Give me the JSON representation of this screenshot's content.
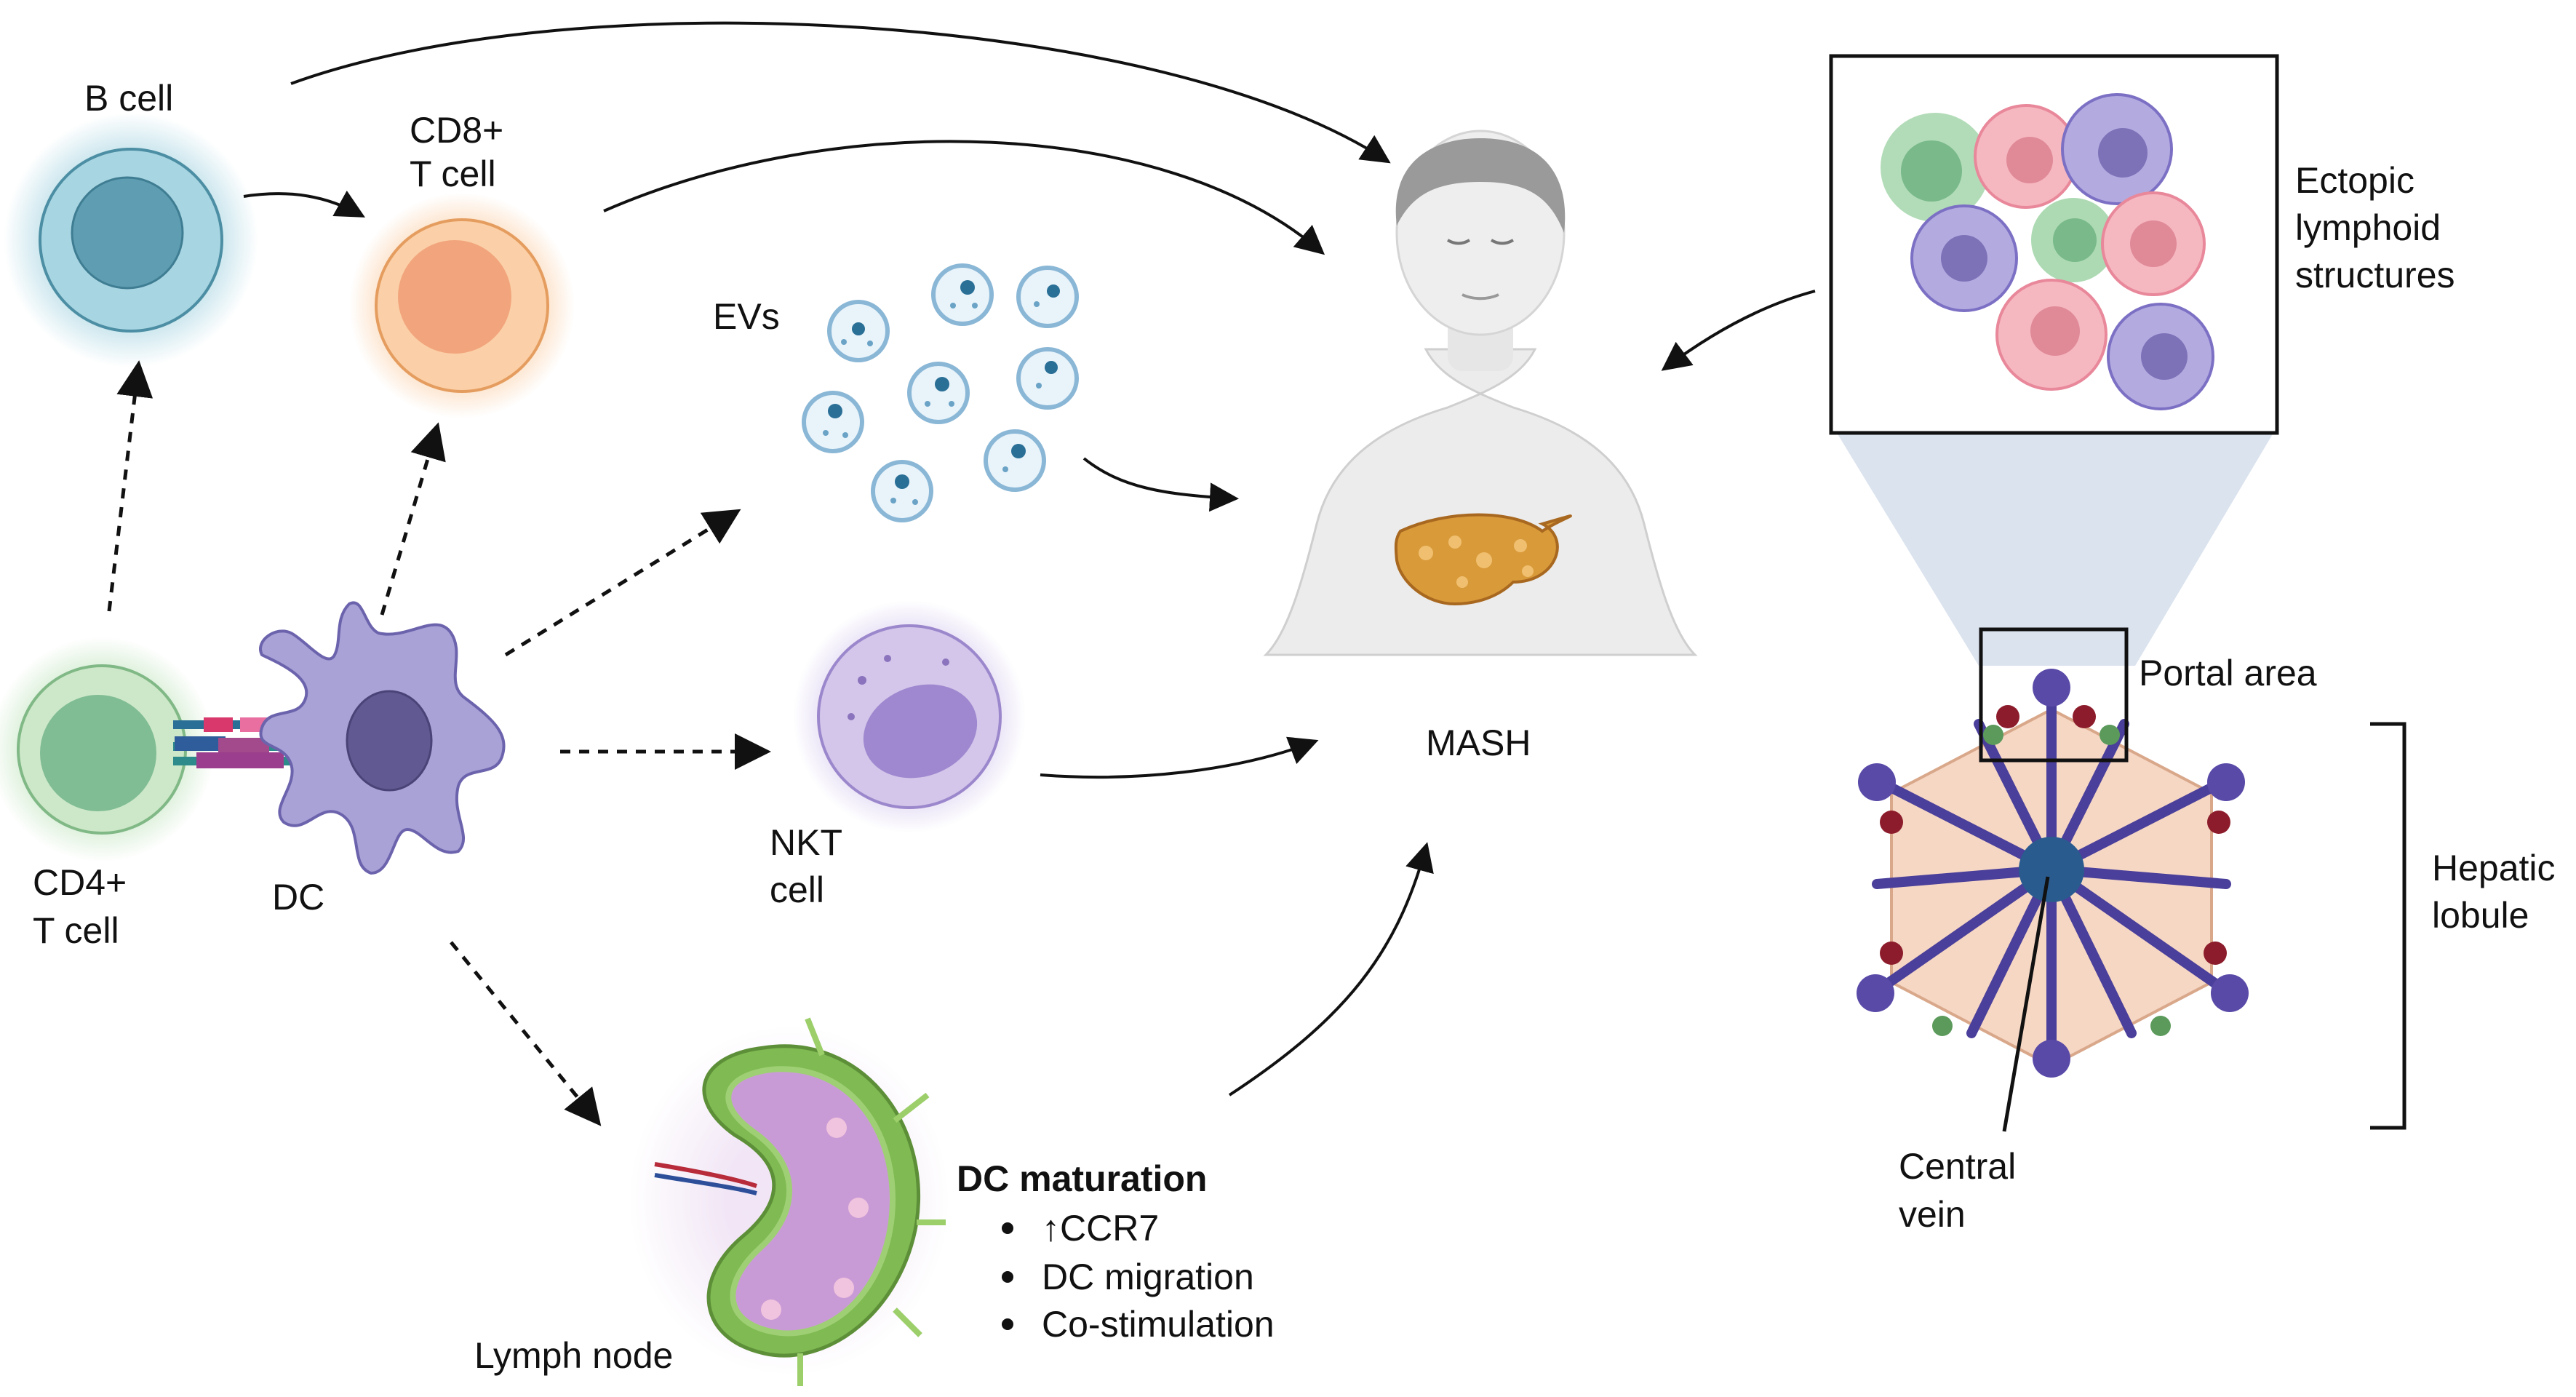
{
  "labels": {
    "b_cell": "B cell",
    "cd8_line1": "CD8+",
    "cd8_line2": "T cell",
    "cd4_line1": "CD4+",
    "cd4_line2": "T cell",
    "dc": "DC",
    "evs": "EVs",
    "nkt_line1": "NKT",
    "nkt_line2": "cell",
    "lymph_node": "Lymph node",
    "mash": "MASH",
    "ectopic_line1": "Ectopic",
    "ectopic_line2": "lymphoid",
    "ectopic_line3": "structures",
    "portal_area": "Portal area",
    "hepatic_line1": "Hepatic",
    "hepatic_line2": "lobule",
    "central_line1": "Central",
    "central_line2": "vein"
  },
  "dc_maturation": {
    "title": "DC maturation",
    "items": [
      "↑CCR7",
      "DC migration",
      "Co-stimulation"
    ]
  },
  "colors": {
    "b_cell": "#a8d5e2",
    "cd8_t_cell": "#f6a97a",
    "cd4_t_cell": "#9fd3a6",
    "dc": "#8c85c4",
    "nkt_cell": "#b9a7dc",
    "ev": "#2a6f96",
    "liver": "#d99a3a",
    "lymph_node": "#9ccf6a"
  }
}
